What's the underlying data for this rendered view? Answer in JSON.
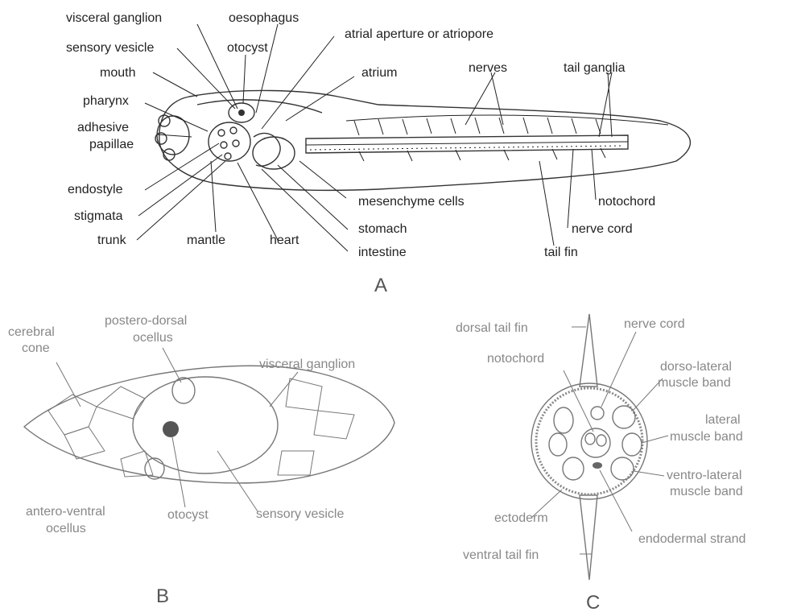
{
  "panelA": {
    "caption": "A",
    "labels": {
      "visceral_ganglion": "visceral ganglion",
      "oesophagus": "oesophagus",
      "atrial_aperture": "atrial aperture or atriopore",
      "sensory_vesicle": "sensory vesicle",
      "otocyst": "otocyst",
      "mouth": "mouth",
      "atrium": "atrium",
      "nerves": "nerves",
      "tail_ganglia": "tail ganglia",
      "pharynx": "pharynx",
      "adhesive": "adhesive",
      "papillae": "papillae",
      "endostyle": "endostyle",
      "mesenchyme_cells": "mesenchyme cells",
      "notochord": "notochord",
      "stigmata": "stigmata",
      "stomach": "stomach",
      "nerve_cord": "nerve cord",
      "trunk": "trunk",
      "mantle": "mantle",
      "heart": "heart",
      "intestine": "intestine",
      "tail_fin": "tail fin"
    }
  },
  "panelB": {
    "caption": "B",
    "labels": {
      "cerebral": "cerebral",
      "cone": "cone",
      "postero_dorsal": "postero-dorsal",
      "ocellus": "ocellus",
      "visceral_ganglion": "visceral ganglion",
      "antero_ventral": "antero-ventral",
      "ocellus2": "ocellus",
      "otocyst": "otocyst",
      "sensory_vesicle": "sensory vesicle"
    }
  },
  "panelC": {
    "caption": "C",
    "labels": {
      "dorsal_tail_fin": "dorsal tail fin",
      "nerve_cord": "nerve cord",
      "notochord": "notochord",
      "dorso_lateral": "dorso-lateral",
      "muscle_band1": "muscle band",
      "lateral": "lateral",
      "muscle_band2": "muscle band",
      "ventro_lateral": "ventro-lateral",
      "muscle_band3": "muscle band",
      "ectoderm": "ectoderm",
      "endodermal_strand": "endodermal strand",
      "ventral_tail_fin": "ventral tail fin"
    }
  }
}
